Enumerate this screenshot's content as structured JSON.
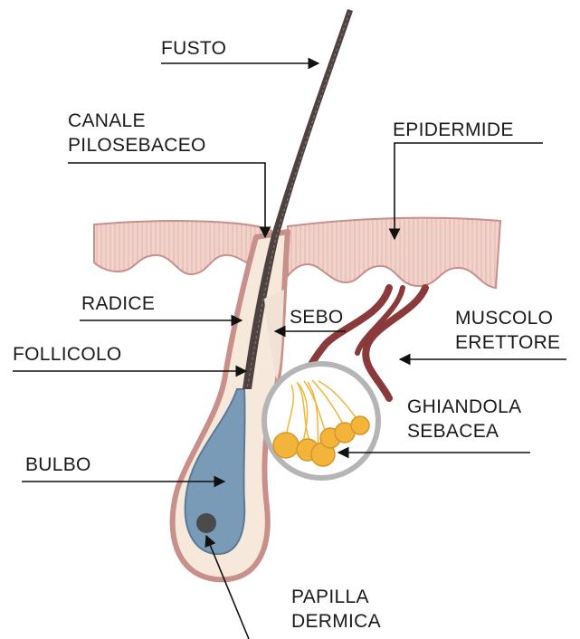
{
  "labels": {
    "fusto": "FUSTO",
    "canale": [
      "CANALE",
      "PILOSEBACEO"
    ],
    "epidermide": "EPIDERMIDE",
    "radice": "RADICE",
    "sebo": "SEBO",
    "muscolo": [
      "MUSCOLO",
      "ERETTORE"
    ],
    "follicolo": "FOLLICOLO",
    "ghiandola": [
      "GHIANDOLA",
      "SEBACEA"
    ],
    "bulbo": "BULBO",
    "papilla": [
      "PAPILLA",
      "DERMICA"
    ]
  },
  "colors": {
    "skin_fill": "#f2d3cc",
    "skin_stroke": "#c98f8a",
    "follicle_outer": "#c98f8a",
    "follicle_fill": "#f7e8dc",
    "bulb_fill": "#7a9bb8",
    "hair": "#4d423f",
    "muscle": "#8a3a3a",
    "gland_ring": "#b5b5b5",
    "sebum_gold": "#f2b53a",
    "papilla": "#4a4a4a",
    "arrow": "#111111"
  }
}
